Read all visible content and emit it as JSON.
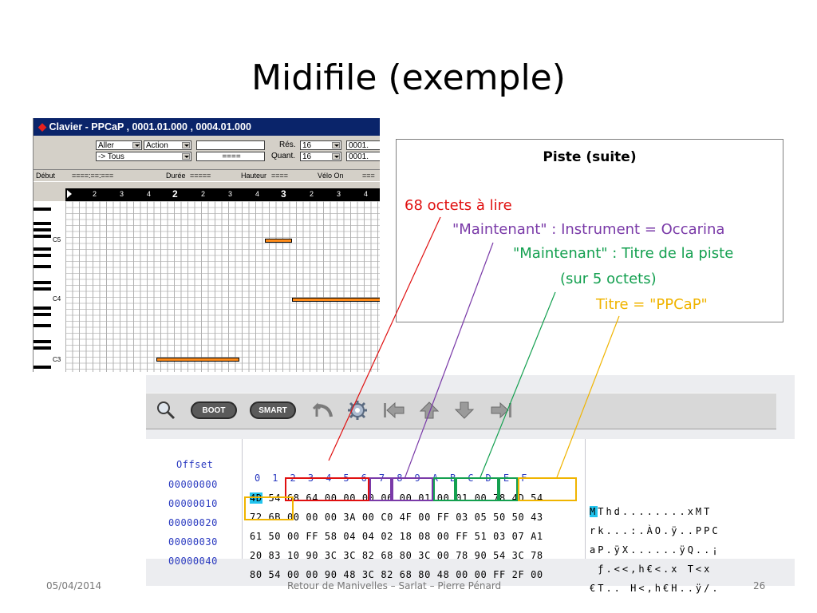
{
  "slide": {
    "title": "Midifile (exemple)",
    "footer_date": "05/04/2014",
    "footer_center": "Retour de Manivelles – Sarlat – Pierre Pénard",
    "footer_page": "26"
  },
  "piano_roll": {
    "window_title": "Clavier - PPCaP , 0001.01.000 , 0004.01.000",
    "aller": "Aller",
    "action": "Action",
    "tous": "-> Tous",
    "blank_field": "====",
    "res_label": "Rés.",
    "res_value": "16",
    "res_pos": "0001.",
    "quant_label": "Quant.",
    "quant_value": "16",
    "quant_pos": "0001.",
    "info_debut": "Début",
    "info_debut_val": "====:==:===",
    "info_duree": "Durée",
    "info_duree_val": "=====",
    "info_hauteur": "Hauteur",
    "info_hauteur_val": "====",
    "info_velo": "Vélo On",
    "info_velo_val": "===",
    "ruler": [
      "2",
      "3",
      "4",
      "2",
      "2",
      "3",
      "4",
      "3",
      "2",
      "3",
      "4"
    ],
    "key_labels": [
      "C5",
      "C4",
      "C3"
    ]
  },
  "annotation": {
    "heading": "Piste (suite)",
    "line1": "68 octets à lire",
    "line2": "\"Maintenant\" : Instrument = Occarina",
    "line3": "\"Maintenant\" : Titre de la piste",
    "line4": "(sur 5 octets)",
    "line5": "Titre = \"PPCaP\"",
    "colors": {
      "red": "#e01010",
      "purple": "#7a3aa8",
      "green": "#14a050",
      "yellow": "#f0b400"
    }
  },
  "hex_editor": {
    "toolbar": {
      "boot_label": "BOOT",
      "smart_label": "SMART"
    },
    "header_offset": "Offset",
    "header_cols": "0  1  2  3  4  5  6  7  8  9  A  B  C  D  E  F",
    "rows": [
      {
        "offset": "00000000",
        "hex_first": "4D",
        "hex_rest": " 54 68 64 00 00 00 06 00 01 00 01 00 78 4D 54",
        "ascii_first": "M",
        "ascii_rest": "Thd........xMT"
      },
      {
        "offset": "00000010",
        "hex_first": "",
        "hex_rest": "72 6B 00 00 00 3A 00 C0 4F 00 FF 03 05 50 50 43",
        "ascii_first": "",
        "ascii_rest": "rk...:.ÀO.ÿ..PPC"
      },
      {
        "offset": "00000020",
        "hex_first": "",
        "hex_rest": "61 50 00 FF 58 04 04 02 18 08 00 FF 51 03 07 A1",
        "ascii_first": "",
        "ascii_rest": "aP.ÿX......ÿQ..¡"
      },
      {
        "offset": "00000030",
        "hex_first": "",
        "hex_rest": "20 83 10 90 3C 3C 82 68 80 3C 00 78 90 54 3C 78",
        "ascii_first": "",
        "ascii_rest": " ƒ.<<,h€<.x T<x"
      },
      {
        "offset": "00000040",
        "hex_first": "",
        "hex_rest": "80 54 00 00 90 48 3C 82 68 80 48 00 00 FF 2F 00",
        "ascii_first": "",
        "ascii_rest": "€T.. H<,h€H..ÿ/."
      }
    ]
  }
}
